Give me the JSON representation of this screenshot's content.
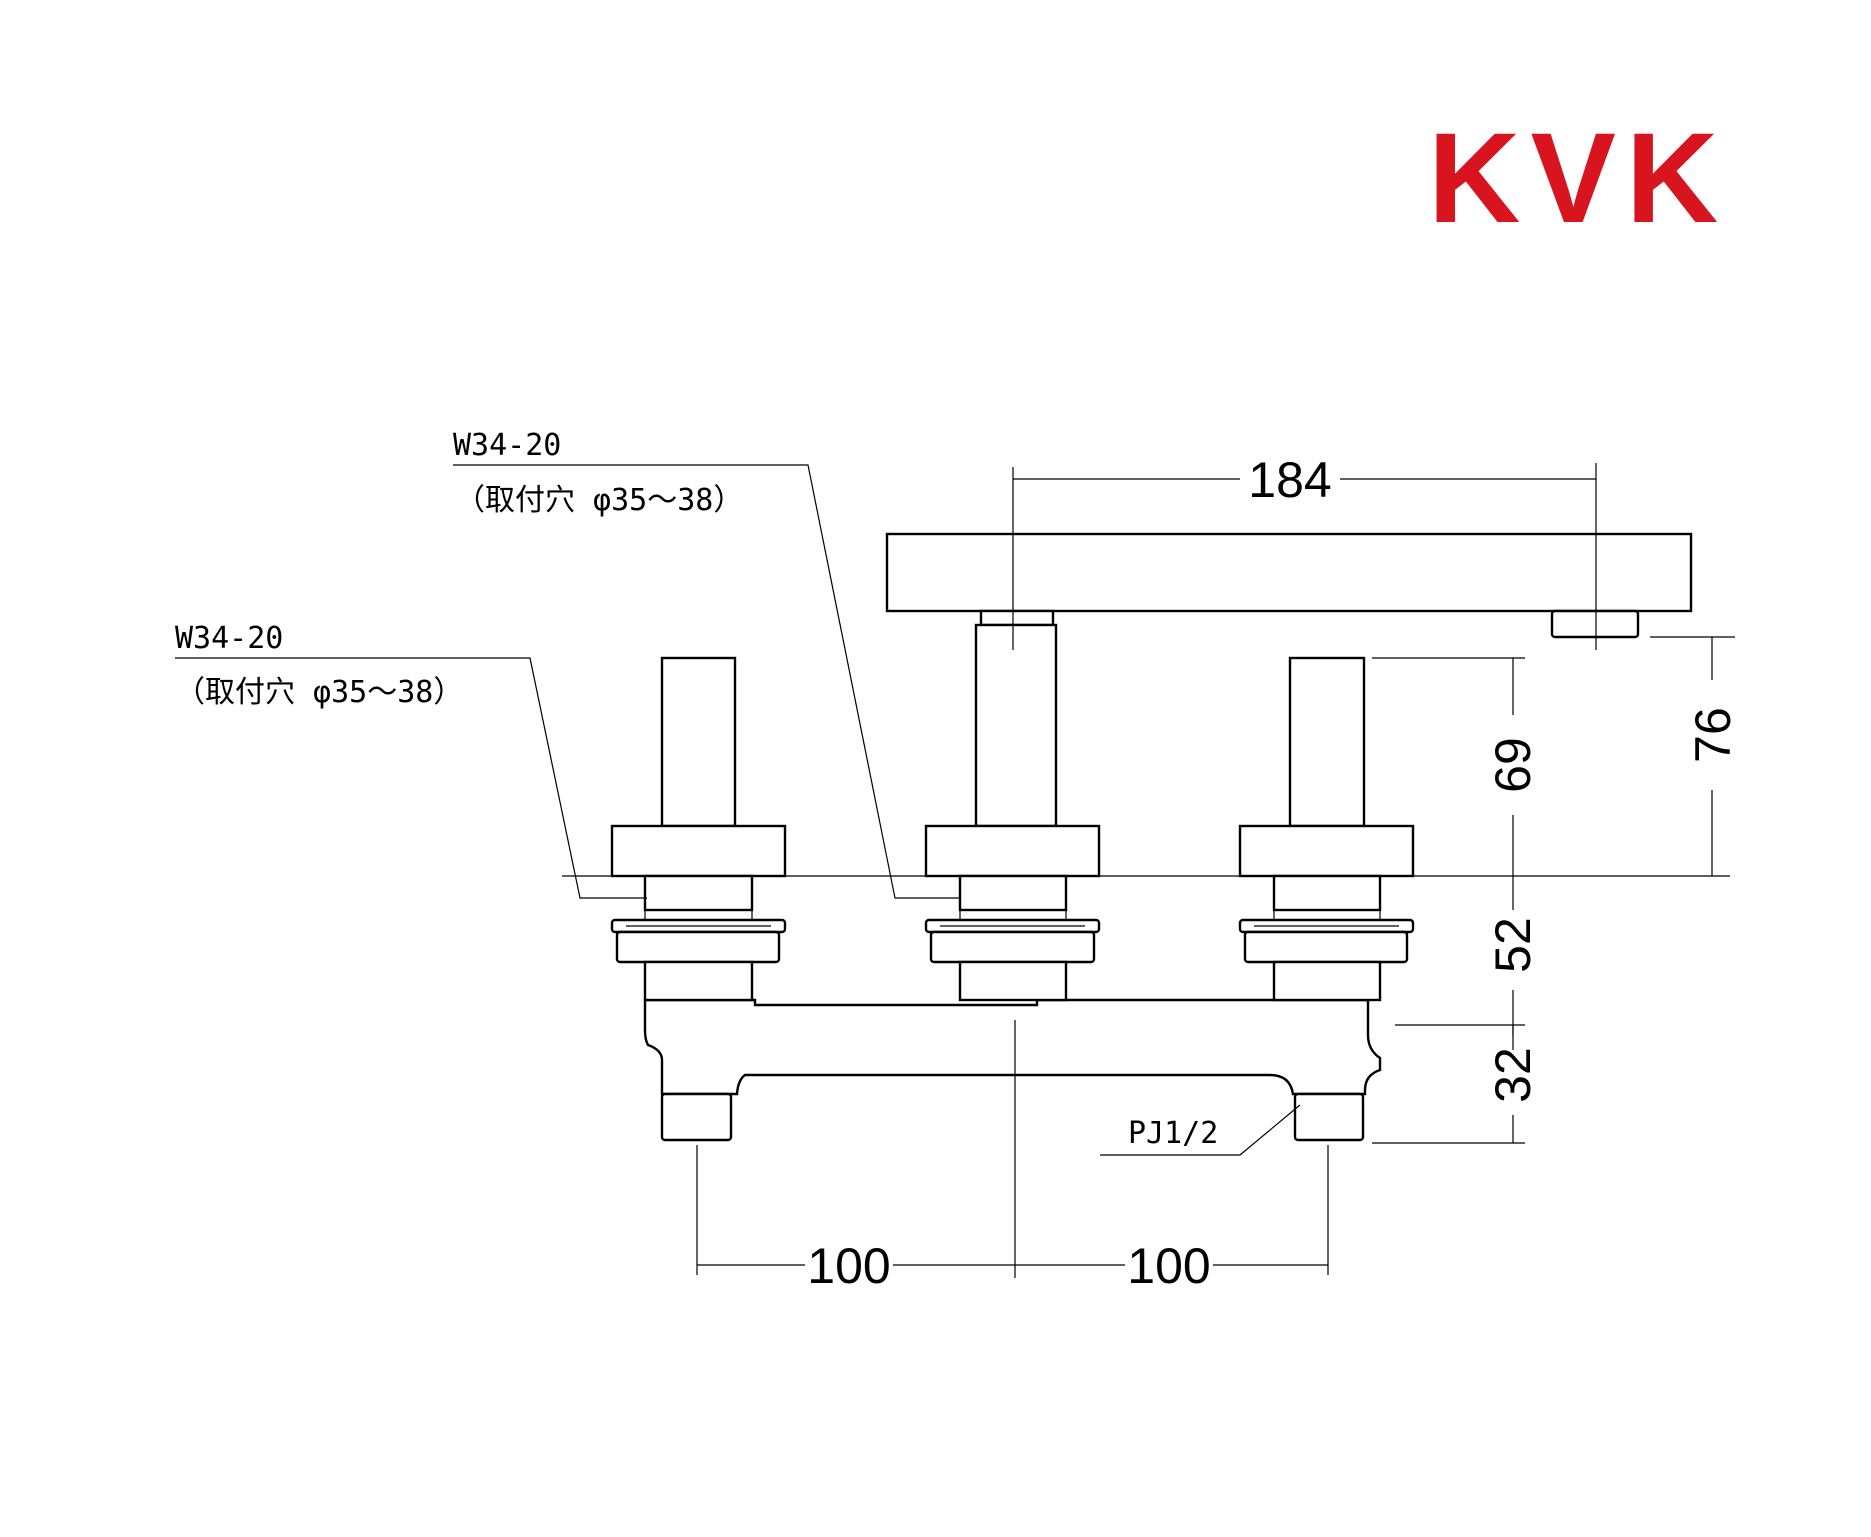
{
  "brand": {
    "name": "KVK",
    "fill": "#d8141e",
    "stroke": "#d8141e"
  },
  "dimensions": {
    "spout_reach": "184",
    "height_spout_outlet": "76",
    "height_handle": "69",
    "height_body_top": "52",
    "height_body_lower": "32",
    "pitch_left": "100",
    "pitch_right": "100"
  },
  "callouts": {
    "left": {
      "thread": "W34-20",
      "hole": "（取付穴 φ35～38）"
    },
    "center": {
      "thread": "W34-20",
      "hole": "（取付穴 φ35～38）"
    },
    "inlet": "PJ1/2"
  }
}
